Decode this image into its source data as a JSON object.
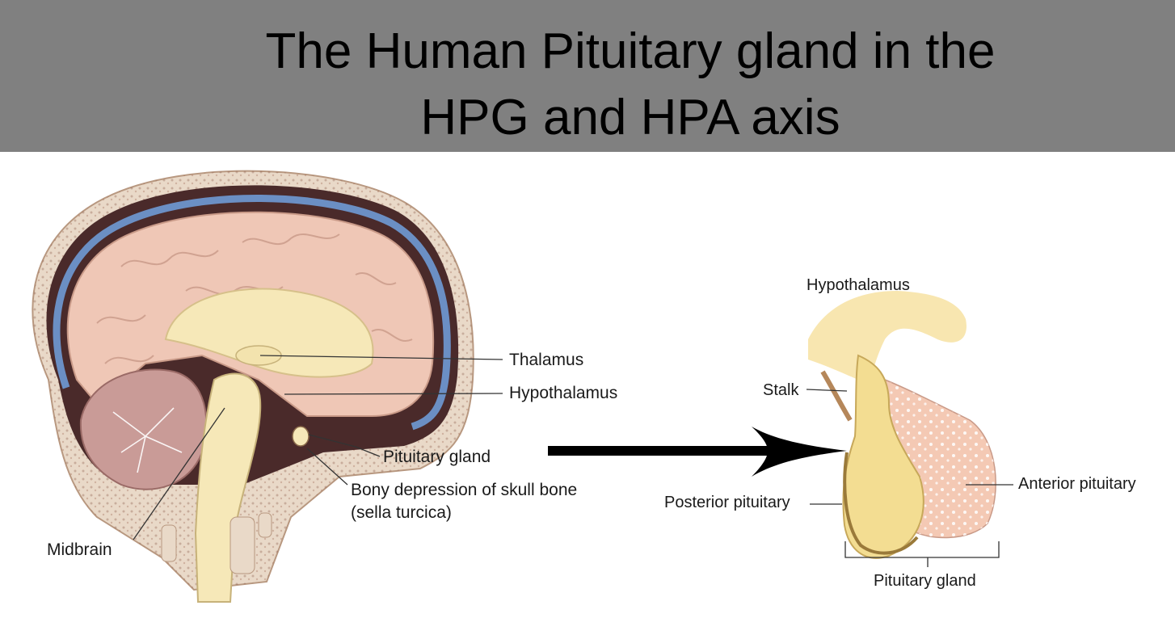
{
  "title": {
    "line1": "The Human Pituitary gland in the",
    "line2": "HPG and HPA axis"
  },
  "brain_labels": {
    "thalamus": "Thalamus",
    "hypothalamus": "Hypothalamus",
    "pituitary_gland": "Pituitary gland",
    "bony_depression_line1": "Bony depression of skull bone",
    "bony_depression_line2": "(sella turcica)",
    "midbrain": "Midbrain"
  },
  "pituitary_labels": {
    "hypothalamus": "Hypothalamus",
    "stalk": "Stalk",
    "posterior_pituitary": "Posterior pituitary",
    "anterior_pituitary": "Anterior pituitary",
    "pituitary_gland": "Pituitary gland"
  },
  "colors": {
    "title_bar": "#808080",
    "brain_tissue": "#efc7b6",
    "brainstem": "#f6e8b8",
    "skull": "#e9d9c8",
    "meninges": "#6b8fc4",
    "cerebellum": "#c99b97",
    "anterior_pituitary": "#f4c9b4",
    "posterior_pituitary": "#f3dd92"
  }
}
